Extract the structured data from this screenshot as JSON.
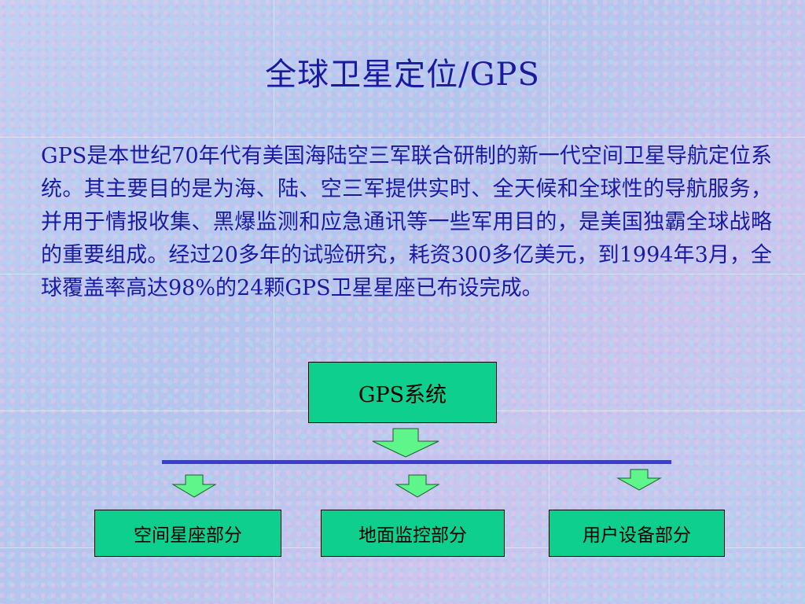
{
  "slide": {
    "title": "全球卫星定位/GPS",
    "body": "GPS是本世纪70年代有美国海陆空三军联合研制的新一代空间卫星导航定位系统。其主要目的是为海、陆、空三军提供实时、全天候和全球性的导航服务，并用于情报收集、黑爆监测和应急通讯等一些军用目的，是美国独霸全球战略的重要组成。经过20多年的试验研究，耗资300多亿美元，到1994年3月，全球覆盖率高达98%的24颗GPS卫星星座已布设完成。"
  },
  "diagram": {
    "root": "GPS系统",
    "children": [
      "空间星座部分",
      "地面监控部分",
      "用户设备部分"
    ]
  },
  "colors": {
    "text": "#1a1aa0",
    "box_fill": "#0fcf8f",
    "arrow_fill": "#5ef58a",
    "bar": "#3b3bd8"
  }
}
